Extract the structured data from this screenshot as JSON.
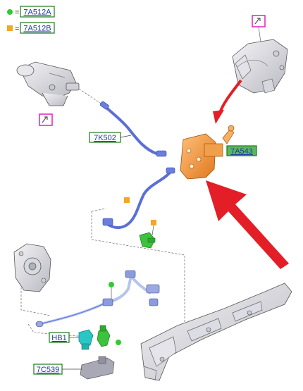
{
  "legend": [
    {
      "marker": "green-dot-icon",
      "color": "#2ecc2e",
      "part": "7A512A"
    },
    {
      "marker": "orange-square-icon",
      "color": "#f5a623",
      "part": "7A512B"
    }
  ],
  "callouts": {
    "slave_cylinder_line": "7K502",
    "slave_cylinder": "7A543",
    "bleeder_fitting": "HB1",
    "bracket": "7C539"
  },
  "colors": {
    "label_border": "#1a7a1a",
    "label_text": "#1b3aa0",
    "highlight_label_fill": "#5cb85c",
    "hose_blue": "#5b6fd6",
    "cylinder_orange": "#f39a3b",
    "arrow_red": "#e41e26",
    "view_icon": "#e020c0",
    "green_part": "#3cc23c",
    "teal_part": "#29c6c6",
    "gray_part": "#9a9aa8"
  },
  "icons": [
    "view-detail-icon",
    "view-detail-icon"
  ]
}
